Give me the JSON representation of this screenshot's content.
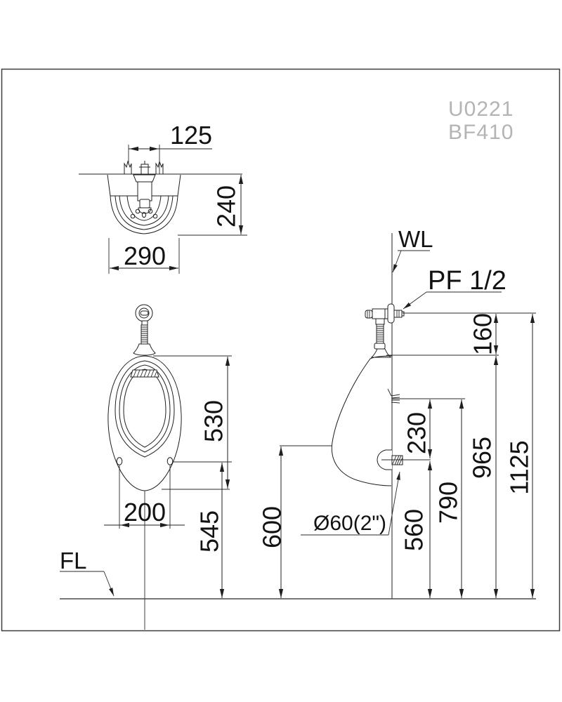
{
  "title_block": {
    "model_primary": "U0221",
    "model_secondary": "BF410"
  },
  "labels": {
    "water_line": "WL",
    "floor_line": "FL",
    "water_supply": "PF 1/2",
    "waste_outlet": "Ø60(2\")"
  },
  "dimensions": {
    "top_view": {
      "fixing_centres": "125",
      "depth": "240",
      "width": "290"
    },
    "front_view": {
      "body_height": "530",
      "hole_centres": "200",
      "hole_height": "545"
    },
    "side_view": {
      "supply_above_rim": "160",
      "hanger_to_outlet": "230",
      "outlet_height": "560",
      "bottom_clearance": "600",
      "hanger_height": "790",
      "rim_height": "965",
      "supply_height": "1125"
    }
  }
}
